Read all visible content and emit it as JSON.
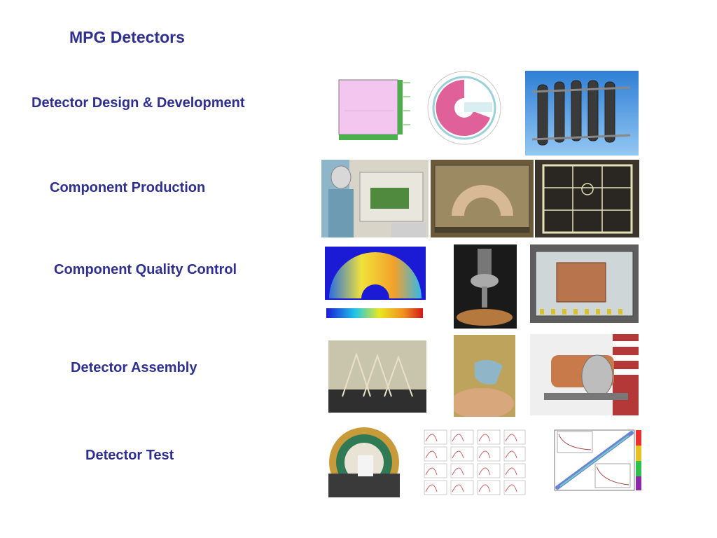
{
  "slide": {
    "title": "MPG Detectors",
    "sections": [
      {
        "label": "Detector Design & Development"
      },
      {
        "label": "Component Production"
      },
      {
        "label": "Component Quality Control"
      },
      {
        "label": "Detector Assembly"
      },
      {
        "label": "Detector Test"
      }
    ]
  }
}
